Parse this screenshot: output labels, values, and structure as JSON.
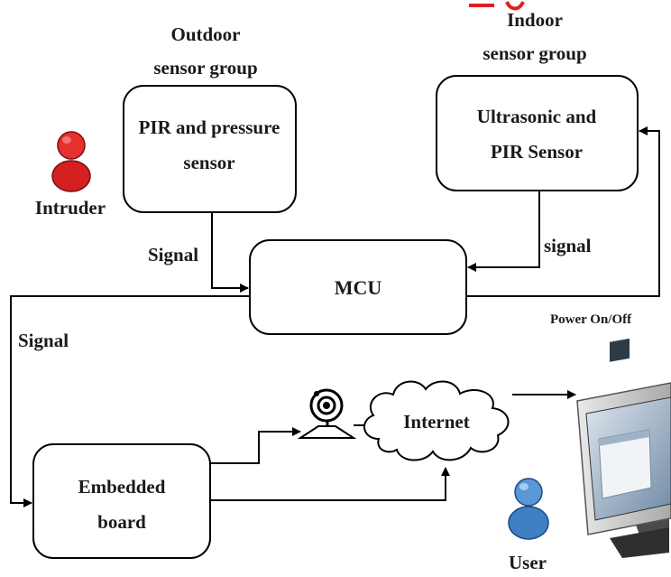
{
  "colors": {
    "line": "#000000",
    "intruder": "#d42020",
    "user": "#3f7fc4",
    "accent_red": "#e02020"
  },
  "labels": {
    "outdoor_group_line1": "Outdoor",
    "outdoor_group_line2": "sensor group",
    "indoor_group_line1": "Indoor",
    "indoor_group_line2": "sensor group",
    "intruder": "Intruder",
    "signal_outdoor": "Signal",
    "signal_indoor": "signal",
    "signal_left": "Signal",
    "power": "Power On/Off",
    "internet": "Internet",
    "user": "User"
  },
  "nodes": {
    "pir_pressure": {
      "line1": "PIR and pressure",
      "line2": "sensor"
    },
    "ultrasonic": {
      "line1": "Ultrasonic and",
      "line2": "PIR Sensor"
    },
    "mcu": {
      "label": "MCU"
    },
    "embedded": {
      "line1": "Embedded",
      "line2": "board"
    }
  },
  "icons": {
    "intruder": "person-icon",
    "user": "person-icon",
    "camera": "webcam-icon",
    "cloud": "cloud-icon",
    "monitor": "computer-monitor-icon"
  }
}
